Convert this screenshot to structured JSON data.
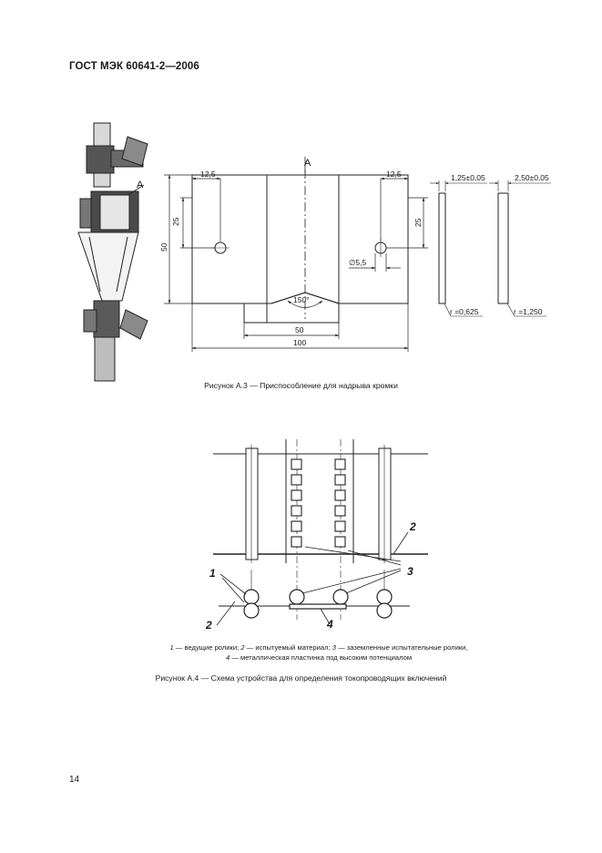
{
  "header": {
    "title": "ГОСТ МЭК 60641-2—2006"
  },
  "figure_a3": {
    "section_label": "А",
    "photo_label": "А",
    "dims": {
      "hole_offset_left": "12,5",
      "hole_offset_right": "12,5",
      "hole_height_left": "25",
      "hole_height_right": "25",
      "total_height": "50",
      "hole_diameter": "∅5,5",
      "angle": "150°",
      "notch_width": "50",
      "total_width": "100",
      "thickness_1": "1,25±0,05",
      "thickness_2": "2,50±0,05",
      "radius_1": "r =0,625",
      "radius_2": "r =1,250"
    },
    "caption": "Рисунок А.3 — Приспособление для надрыва кромки"
  },
  "figure_a4": {
    "labels": {
      "one": "1",
      "two_top": "2",
      "two_bottom": "2",
      "three": "3",
      "four": "4"
    },
    "legend": [
      {
        "num": "1",
        "text": " — ведущие ролики; "
      },
      {
        "num": "2",
        "text": " — испытуемый материал; "
      },
      {
        "num": "3",
        "text": " — заземленные испытательные ролики,"
      },
      {
        "num": "4",
        "text": " — металлическая пластинка под высоким потенциалом"
      }
    ],
    "caption": "Рисунок А.4 — Схема устройства для определения токопроводящих включений"
  },
  "footer": {
    "page_number": "14"
  }
}
